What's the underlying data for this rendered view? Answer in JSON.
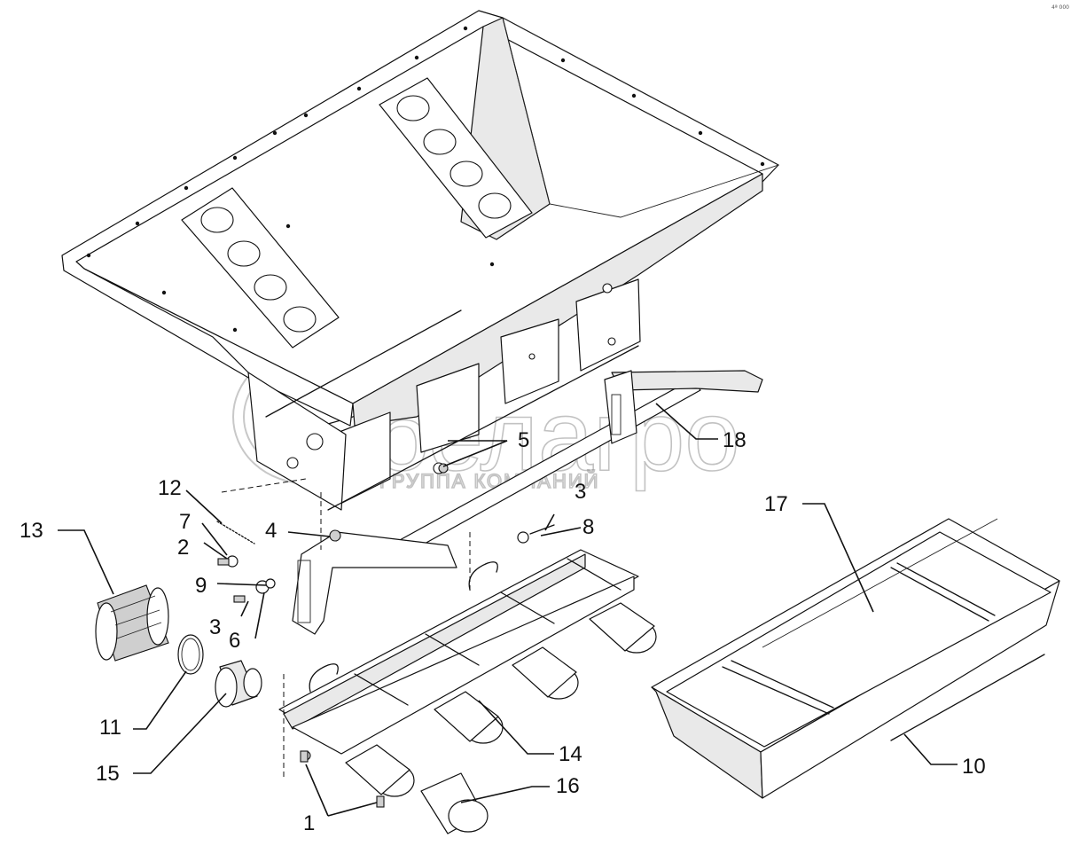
{
  "watermark": {
    "brand": "белагро",
    "tagline": "ГРУППА КОМПАНИЙ"
  },
  "corner_note": "4ª 000",
  "callouts": [
    {
      "id": "1",
      "label": "1"
    },
    {
      "id": "2",
      "label": "2"
    },
    {
      "id": "3a",
      "label": "3"
    },
    {
      "id": "3b",
      "label": "3"
    },
    {
      "id": "4",
      "label": "4"
    },
    {
      "id": "5",
      "label": "5"
    },
    {
      "id": "6",
      "label": "6"
    },
    {
      "id": "7",
      "label": "7"
    },
    {
      "id": "8",
      "label": "8"
    },
    {
      "id": "9",
      "label": "9"
    },
    {
      "id": "10",
      "label": "10"
    },
    {
      "id": "11",
      "label": "11"
    },
    {
      "id": "12",
      "label": "12"
    },
    {
      "id": "13",
      "label": "13"
    },
    {
      "id": "14",
      "label": "14"
    },
    {
      "id": "15",
      "label": "15"
    },
    {
      "id": "16",
      "label": "16"
    },
    {
      "id": "17",
      "label": "17"
    },
    {
      "id": "18",
      "label": "18"
    }
  ]
}
